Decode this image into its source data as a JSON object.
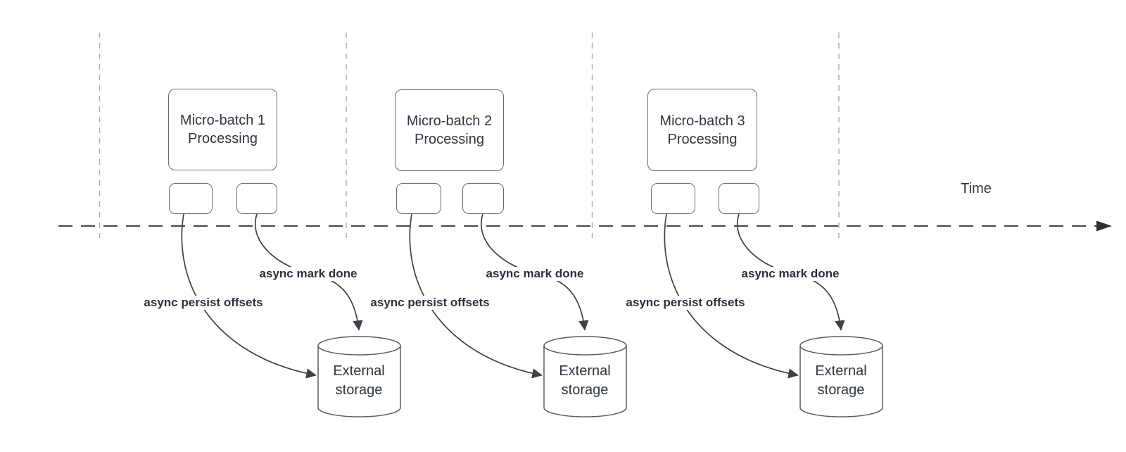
{
  "timeline": {
    "axis_label": "Time"
  },
  "groups": [
    {
      "processing_label": "Micro-batch 1\nProcessing",
      "persist_offsets_label": "async persist offsets",
      "mark_done_label": "async mark done",
      "storage_label": "External\nstorage"
    },
    {
      "processing_label": "Micro-batch 2\nProcessing",
      "persist_offsets_label": "async persist offsets",
      "mark_done_label": "async mark done",
      "storage_label": "External\nstorage"
    },
    {
      "processing_label": "Micro-batch 3\nProcessing",
      "persist_offsets_label": "async persist offsets",
      "mark_done_label": "async mark done",
      "storage_label": "External\nstorage"
    }
  ],
  "colors": {
    "background": "#ffffff",
    "shape_border": "#666c74",
    "cylinder_border": "#565c64",
    "arrow": "#3b424c",
    "timeline": "#2b2f33",
    "separator_dash": "#a9acae",
    "text": "#2d3643",
    "label_text": "#28313d"
  }
}
